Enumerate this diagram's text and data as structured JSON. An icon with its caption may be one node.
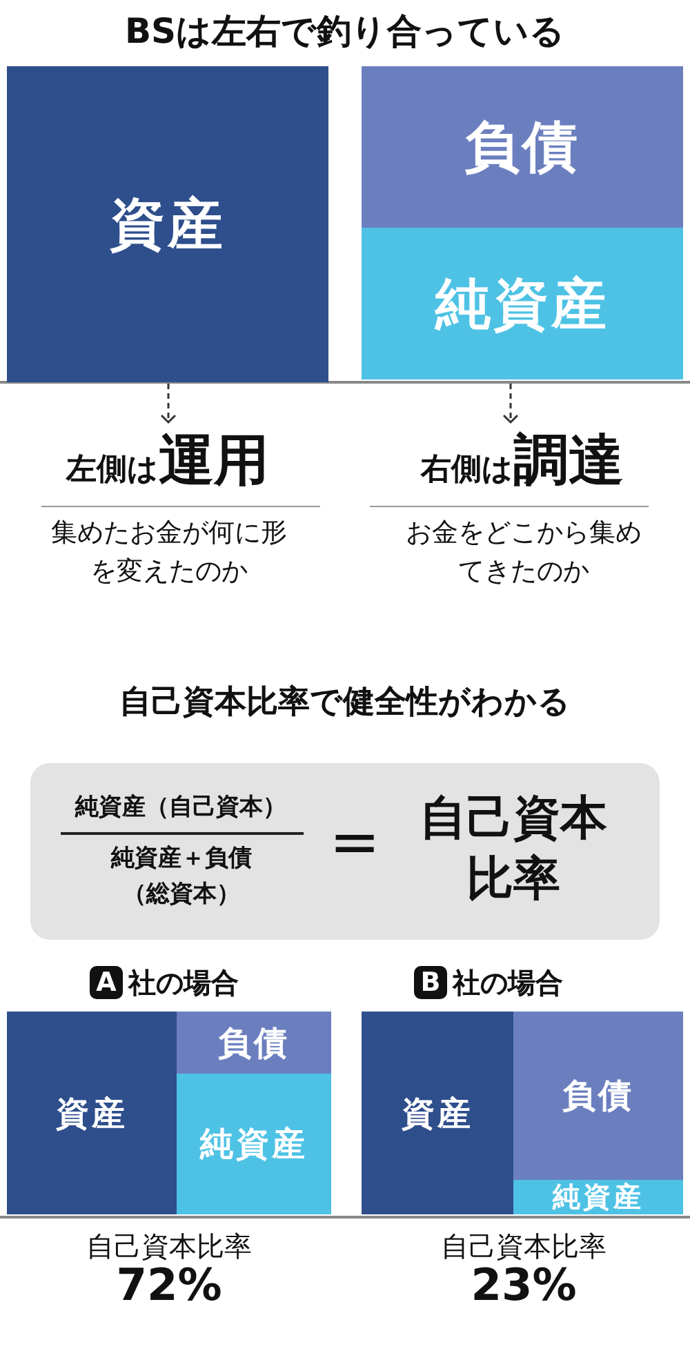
{
  "diagram": {
    "title": "BSは左右で釣り合っている",
    "nodes": [
      {
        "text": [
          "資産"
        ]
      },
      {
        "text": [
          "負債"
        ]
      },
      {
        "text": [
          "純資産"
        ]
      },
      {
        "text": [
          "左側は**運用**",
          "集めたお金が何に形を変えたのか"
        ]
      },
      {
        "text": [
          "右側は**調達**",
          "お金をどこから集めてきたのか"
        ]
      },
      {
        "text": [
          "純資産（自己資本）",
          "純資産＋負債（総資本）",
          "=",
          "自己資本比率"
        ]
      },
      {
        "text": [
          "資産"
        ]
      },
      {
        "text": [
          "負債"
        ]
      },
      {
        "text": [
          "純資産"
        ]
      },
      {
        "text": [
          "資産"
        ]
      },
      {
        "text": [
          "負債"
        ]
      },
      {
        "text": [
          "純資産"
        ]
      }
    ],
    "edges": [
      {
        "from": 0,
        "to": 3,
        "arrow": "to",
        "style": "dashed"
      },
      {
        "from": 2,
        "to": 4,
        "arrow": "to",
        "style": "dashed"
      }
    ],
    "labels": [
      "自己資本比率で健全性がわかる",
      "A",
      "社の場合",
      "B",
      "社の場合",
      "自己資本比率",
      "72%",
      "自己資本比率",
      "23%"
    ]
  }
}
